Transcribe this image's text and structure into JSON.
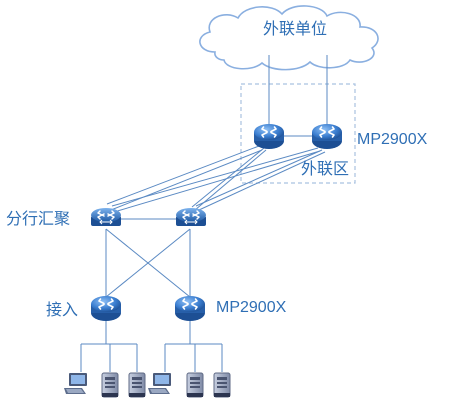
{
  "labels": {
    "cloud": "外联单位",
    "mp_top": "MP2900X",
    "zone": "外联区",
    "branch_agg": "分行汇聚",
    "access": "接入",
    "mp_bottom": "MP2900X"
  },
  "colors": {
    "label": "#2f6fb5",
    "link": "#5b8ac3",
    "router": "#3a7ac8",
    "dashed_box": "#a9c2e0",
    "cloud_fill": "#ffffff",
    "cloud_stroke": "#7fa6d6"
  },
  "icons": [
    "cloud-icon",
    "router-icon",
    "switch-icon",
    "pc-icon",
    "server-icon"
  ]
}
